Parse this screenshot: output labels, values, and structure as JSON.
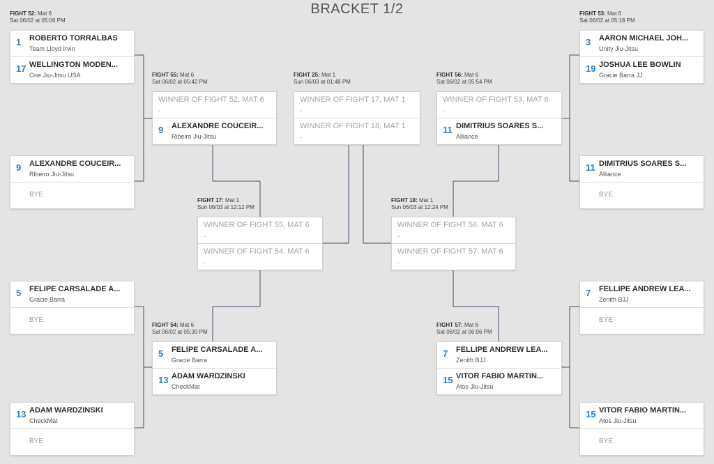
{
  "title": "BRACKET 1/2",
  "fights": {
    "f52": {
      "num": "FIGHT 52:",
      "mat": " Mat 6",
      "date": "Sat 06/02 at 05:06 PM",
      "slots": [
        {
          "seed": "1",
          "name": "ROBERTO TORRALBAS",
          "team": "Team Lloyd Irvin"
        },
        {
          "seed": "17",
          "name": "WELLINGTON MODEN...",
          "team": "One Jiu-Jitsu USA"
        }
      ]
    },
    "f53": {
      "num": "FIGHT 53:",
      "mat": " Mat 6",
      "date": "Sat 06/02 at 05:18 PM",
      "slots": [
        {
          "seed": "3",
          "name": "AARON MICHAEL JOH...",
          "team": "Unity Jiu-Jitsu"
        },
        {
          "seed": "19",
          "name": "JOSHUA LEE BOWLIN",
          "team": "Gracie Barra JJ"
        }
      ]
    },
    "f55": {
      "num": "FIGHT 55:",
      "mat": " Mat 6",
      "date": "Sat 06/02 at 05:42 PM",
      "slots": [
        {
          "pending": "WINNER OF FIGHT 52, MAT 6",
          "dash": "-"
        },
        {
          "seed": "9",
          "name": "ALEXANDRE COUCEIR...",
          "team": "Ribeiro Jiu-Jitsu"
        }
      ]
    },
    "f25": {
      "num": "FIGHT 25:",
      "mat": " Mat 1",
      "date": "Sun 06/03 at 01:48 PM",
      "slots": [
        {
          "pending": "WINNER OF FIGHT 17, MAT 1",
          "dash": "-"
        },
        {
          "pending": "WINNER OF FIGHT 18, MAT 1",
          "dash": "-"
        }
      ]
    },
    "f56": {
      "num": "FIGHT 56:",
      "mat": " Mat 6",
      "date": "Sat 06/02 at 05:54 PM",
      "slots": [
        {
          "pending": "WINNER OF FIGHT 53, MAT 6",
          "dash": "-"
        },
        {
          "seed": "11",
          "name": "DIMITRIUS SOARES S...",
          "team": "Alliance"
        }
      ]
    },
    "fA9": {
      "slots": [
        {
          "seed": "9",
          "name": "ALEXANDRE COUCEIR...",
          "team": "Ribeiro Jiu-Jitsu"
        },
        {
          "bye": "BYE"
        }
      ]
    },
    "fB11": {
      "slots": [
        {
          "seed": "11",
          "name": "DIMITRIUS SOARES S...",
          "team": "Alliance"
        },
        {
          "bye": "BYE"
        }
      ]
    },
    "f17": {
      "num": "FIGHT 17:",
      "mat": " Mat 1",
      "date": "Sun 06/03 at 12:12 PM",
      "slots": [
        {
          "pending": "WINNER OF FIGHT 55, MAT 6",
          "dash": "-"
        },
        {
          "pending": "WINNER OF FIGHT 54, MAT 6",
          "dash": "-"
        }
      ]
    },
    "f18": {
      "num": "FIGHT 18:",
      "mat": " Mat 1",
      "date": "Sun 06/03 at 12:24 PM",
      "slots": [
        {
          "pending": "WINNER OF FIGHT 56, MAT 6",
          "dash": "-"
        },
        {
          "pending": "WINNER OF FIGHT 57, MAT 6",
          "dash": "-"
        }
      ]
    },
    "fC5": {
      "slots": [
        {
          "seed": "5",
          "name": "FELIPE CARSALADE A...",
          "team": "Gracie Barra"
        },
        {
          "bye": "BYE"
        }
      ]
    },
    "fD7": {
      "slots": [
        {
          "seed": "7",
          "name": "FELLIPE ANDREW LEA...",
          "team": "Zenith BJJ"
        },
        {
          "bye": "BYE"
        }
      ]
    },
    "f54": {
      "num": "FIGHT 54:",
      "mat": " Mat 6",
      "date": "Sat 06/02 at 05:30 PM",
      "slots": [
        {
          "seed": "5",
          "name": "FELIPE CARSALADE A...",
          "team": "Gracie Barra"
        },
        {
          "seed": "13",
          "name": "ADAM WARDZINSKI",
          "team": "CheckMat"
        }
      ]
    },
    "f57": {
      "num": "FIGHT 57:",
      "mat": " Mat 6",
      "date": "Sat 06/02 at 06:06 PM",
      "slots": [
        {
          "seed": "7",
          "name": "FELLIPE ANDREW LEA...",
          "team": "Zenith BJJ"
        },
        {
          "seed": "15",
          "name": "VITOR FABIO MARTIN...",
          "team": "Atos Jiu-Jitsu"
        }
      ]
    },
    "fE13": {
      "slots": [
        {
          "seed": "13",
          "name": "ADAM WARDZINSKI",
          "team": "CheckMat"
        },
        {
          "bye": "BYE"
        }
      ]
    },
    "fF15": {
      "slots": [
        {
          "seed": "15",
          "name": "VITOR FABIO MARTIN...",
          "team": "Atos Jiu-Jitsu"
        },
        {
          "bye": "BYE"
        }
      ]
    }
  }
}
